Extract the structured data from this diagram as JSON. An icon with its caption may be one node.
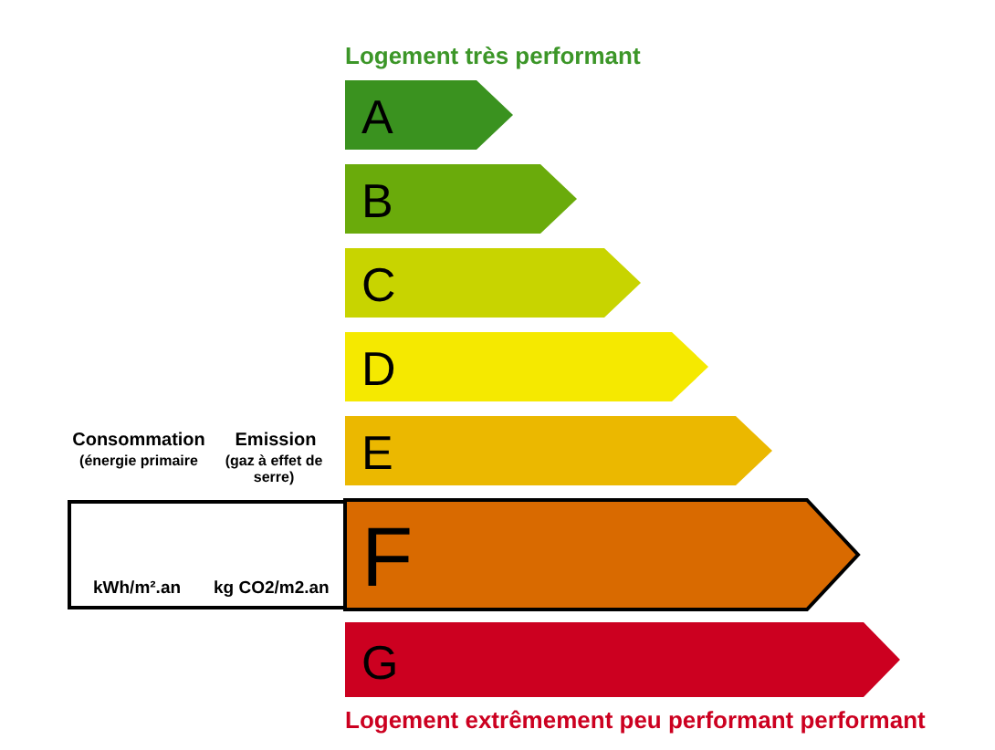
{
  "diagram": {
    "title": "Logement très performant",
    "caption": "Logement extrêmement peu performant performant",
    "nodes": [
      {
        "text": [
          "A"
        ]
      },
      {
        "text": [
          "B"
        ]
      },
      {
        "text": [
          "C"
        ]
      },
      {
        "text": [
          "D"
        ]
      },
      {
        "text": [
          "E"
        ]
      },
      {
        "text": [
          "F"
        ]
      },
      {
        "text": [
          "G"
        ]
      },
      {
        "text": [
          "kWh/m².an",
          "kg CO2/m2.an"
        ]
      }
    ],
    "edges": [],
    "labels": [
      "Consommation",
      "(énergie primaire",
      "Emission",
      "(gaz à effet de serre)"
    ]
  }
}
